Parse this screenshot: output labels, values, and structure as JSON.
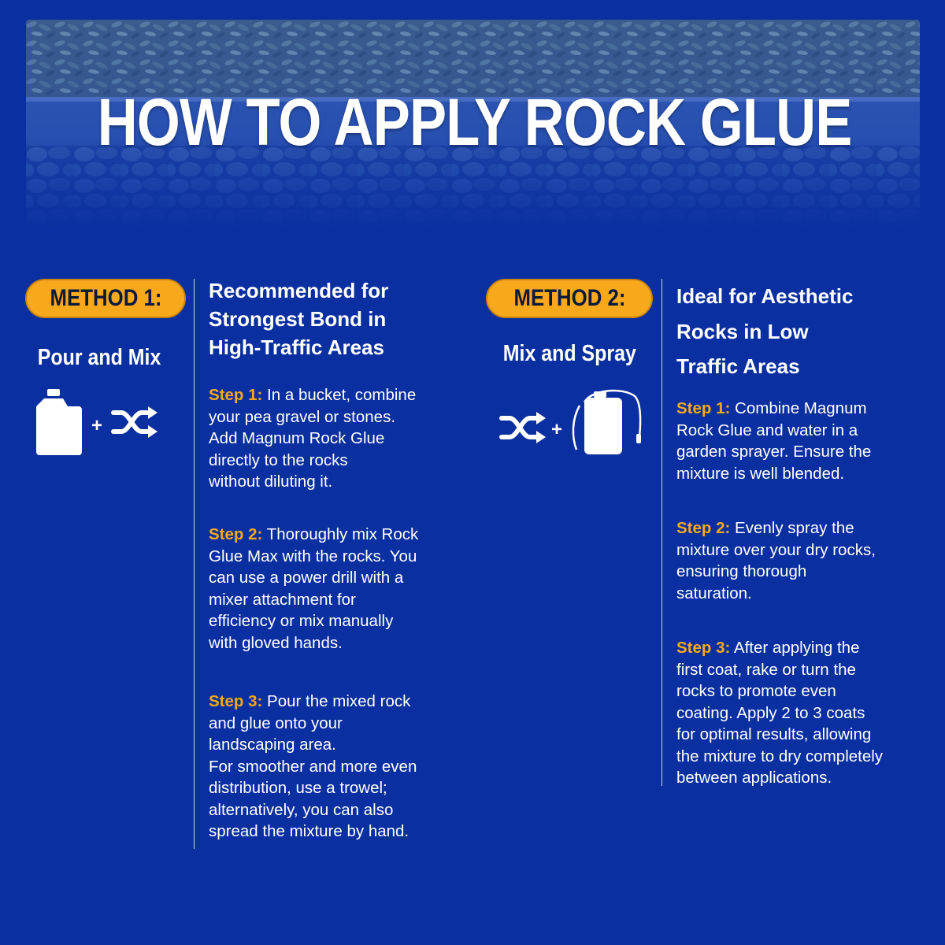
{
  "title": "HOW TO APPLY ROCK GLUE",
  "colors": {
    "background": "#0a2fa0",
    "accent": "#f7a81b",
    "text": "#ffffff"
  },
  "method1": {
    "badge": "METHOD 1:",
    "subtitle": "Pour and Mix",
    "icons": [
      "jug-icon",
      "plus-icon",
      "shuffle-mix-icon"
    ],
    "plus": "+",
    "heading": "Recommended for\nStrongest Bond in\nHigh-Traffic Areas",
    "steps": [
      {
        "label": "Step 1:",
        "text": " In a bucket, combine\nyour pea gravel or stones.\nAdd Magnum Rock Glue\ndirectly to the rocks\nwithout diluting it."
      },
      {
        "label": "Step 2:",
        "text": " Thoroughly mix Rock\nGlue Max with the rocks. You\ncan use a power drill with a\nmixer attachment for\nefficiency or mix manually\nwith gloved hands."
      },
      {
        "label": "Step 3:",
        "text": " Pour the mixed rock\nand glue onto your\nlandscaping area.\nFor smoother and more even\ndistribution, use a trowel;\nalternatively, you can also\nspread the mixture by hand."
      }
    ]
  },
  "method2": {
    "badge": "METHOD 2:",
    "subtitle": "Mix and Spray",
    "icons": [
      "shuffle-mix-icon",
      "plus-icon",
      "garden-sprayer-icon"
    ],
    "plus": "+",
    "heading": "Ideal for Aesthetic\nRocks in Low\nTraffic Areas",
    "steps": [
      {
        "label": "Step 1:",
        "text": " Combine Magnum\nRock Glue and water in a\ngarden sprayer. Ensure the\nmixture is well blended."
      },
      {
        "label": "Step 2:",
        "text": " Evenly spray the\nmixture over your dry rocks,\nensuring thorough\nsaturation."
      },
      {
        "label": "Step 3:",
        "text": " After applying the\nfirst coat, rake or turn the\nrocks to promote even\ncoating. Apply 2 to 3 coats\nfor optimal results, allowing\nthe mixture to dry completely\nbetween applications."
      }
    ]
  }
}
